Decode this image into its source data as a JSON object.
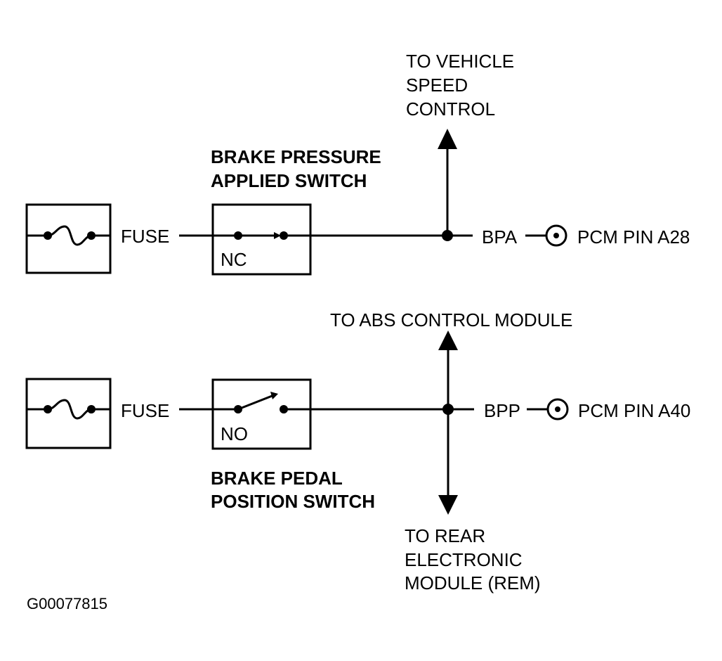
{
  "circuit1": {
    "fuse_label": "FUSE",
    "switch_title_line1": "BRAKE PRESSURE",
    "switch_title_line2": "APPLIED SWITCH",
    "switch_state": "NC",
    "signal": "BPA",
    "pin": "PCM PIN A28",
    "up_dest_line1": "TO VEHICLE",
    "up_dest_line2": "SPEED",
    "up_dest_line3": "CONTROL"
  },
  "circuit2": {
    "fuse_label": "FUSE",
    "switch_title_line1": "BRAKE PEDAL",
    "switch_title_line2": "POSITION SWITCH",
    "switch_state": "NO",
    "signal": "BPP",
    "pin": "PCM PIN A40",
    "up_dest": "TO ABS CONTROL MODULE",
    "down_dest_line1": "TO REAR",
    "down_dest_line2": "ELECTRONIC",
    "down_dest_line3": "MODULE (REM)"
  },
  "figure_id": "G00077815",
  "icons": {
    "fuse": "fuse-icon",
    "switch_nc": "switch-normally-closed-icon",
    "switch_no": "switch-normally-open-icon",
    "junction": "junction-dot-icon",
    "connector": "connector-pin-icon",
    "arrow": "arrow-icon"
  },
  "colors": {
    "ink": "#000000",
    "paper": "#ffffff"
  }
}
